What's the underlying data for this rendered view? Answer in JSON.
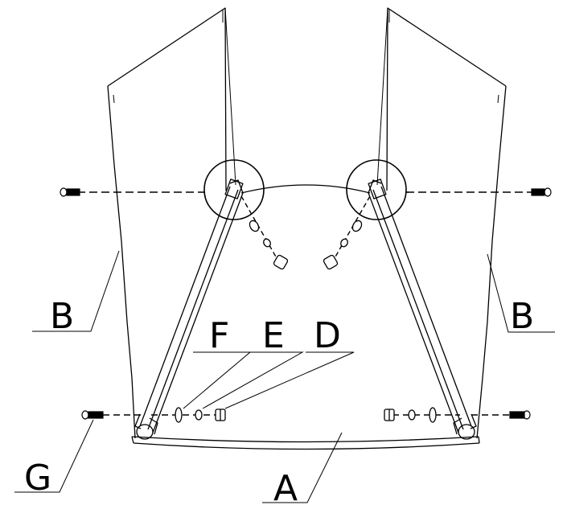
{
  "diagram": {
    "labels": {
      "A": "A",
      "B_left": "B",
      "B_right": "B",
      "D": "D",
      "E": "E",
      "F": "F",
      "G": "G"
    },
    "colors": {
      "line": "#000000",
      "background": "#ffffff"
    }
  }
}
